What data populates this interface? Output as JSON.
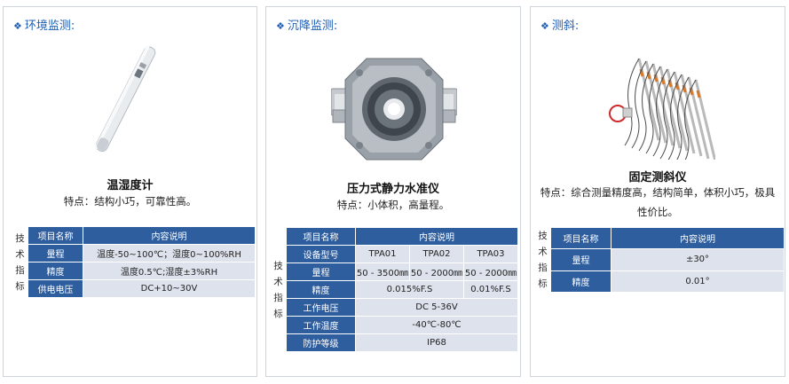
{
  "colors": {
    "accent": "#1f5fb4",
    "table_header": "#2f5e9e",
    "table_cell": "#dde2ec"
  },
  "panels": [
    {
      "title": "环境监测:",
      "title_icon": "diamond-bullet-icon",
      "product_name": "温湿度计",
      "features": "特点：结构小巧，可靠性高。",
      "spec_side": "技术指标",
      "columns": [
        "项目名称",
        "内容说明"
      ],
      "rows": [
        {
          "label": "量程",
          "value": "温度-50~100℃；湿度0~100%RH"
        },
        {
          "label": "精度",
          "value": "温度0.5℃;湿度±3%RH"
        },
        {
          "label": "供电电压",
          "value": "DC+10~30V"
        }
      ]
    },
    {
      "title": "沉降监测:",
      "title_icon": "diamond-bullet-icon",
      "product_name": "压力式静力水准仪",
      "features": "特点：小体积，高量程。",
      "spec_side": "技术指标",
      "columns": [
        "项目名称",
        "内容说明"
      ],
      "model_label": "设备型号",
      "models": [
        "TPA01",
        "TPA02",
        "TPA03"
      ],
      "range_label": "量程",
      "ranges": [
        "50 - 3500㎜",
        "50 - 2000㎜",
        "50 - 2000㎜"
      ],
      "precision_label": "精度",
      "precision_a": "0.015%F.S",
      "precision_b": "0.01%F.S",
      "rows": [
        {
          "label": "工作电压",
          "value": "DC 5-36V"
        },
        {
          "label": "工作温度",
          "value": "-40℃-80℃"
        },
        {
          "label": "防护等级",
          "value": "IP68"
        }
      ]
    },
    {
      "title": "测斜:",
      "title_icon": "diamond-bullet-icon",
      "product_name": "固定测斜仪",
      "features": "特点：综合测量精度高，结构简单，体积小巧，极具性价比。",
      "spec_side": "技术指标",
      "columns": [
        "项目名称",
        "内容说明"
      ],
      "rows": [
        {
          "label": "量程",
          "value": "±30°"
        },
        {
          "label": "精度",
          "value": "0.01°"
        }
      ]
    }
  ]
}
